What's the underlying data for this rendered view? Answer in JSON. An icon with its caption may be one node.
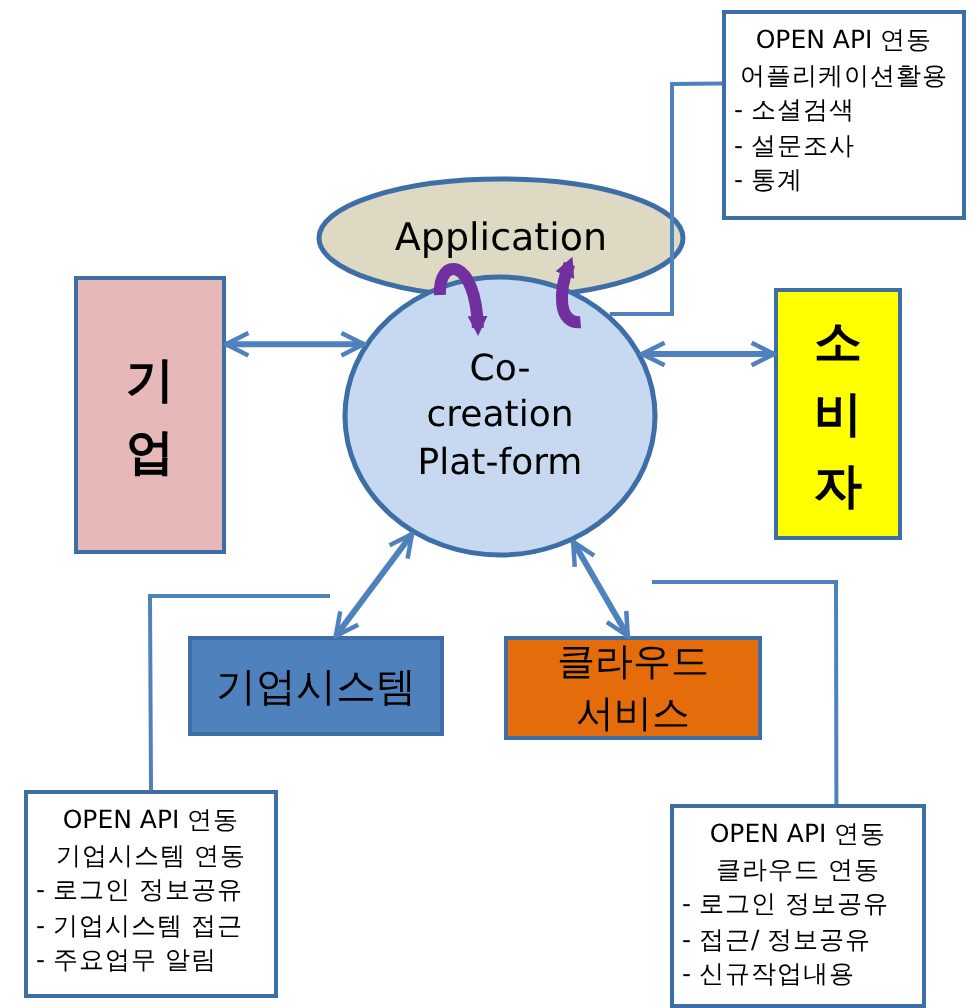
{
  "diagram": {
    "nodes": [
      {
        "text": [
          "Application"
        ]
      },
      {
        "text": [
          "Co-creation Plat-form"
        ]
      },
      {
        "text": [
          "기업"
        ]
      },
      {
        "text": [
          "소비자"
        ]
      },
      {
        "text": [
          "기업시스템"
        ]
      },
      {
        "text": [
          "클라우드 서비스"
        ]
      },
      {
        "text": [
          "OPEN API 연동",
          "어플리케이션활용",
          "- 소셜검색",
          "- 설문조사",
          "- 통계"
        ]
      },
      {
        "text": [
          "OPEN API 연동",
          "기업시스템 연동",
          "- 로그인 정보공유",
          "- 기업시스템 접근",
          "- 주요업무 알림"
        ]
      },
      {
        "text": [
          "OPEN API 연동",
          "클라우드 연동",
          "- 로그인 정보공유",
          "- 접근/ 정보공유",
          "- 신규작업내용"
        ]
      }
    ],
    "edges": [
      {
        "from": 2,
        "to": 1,
        "arrow": "both"
      },
      {
        "from": 1,
        "to": 3,
        "arrow": "both"
      },
      {
        "from": 1,
        "to": 4,
        "arrow": "both"
      },
      {
        "from": 1,
        "to": 5,
        "arrow": "both"
      },
      {
        "from": 0,
        "to": 1,
        "arrow": "to",
        "style": "thick",
        "color": "#7030a0"
      },
      {
        "from": 1,
        "to": 0,
        "arrow": "to",
        "style": "thick",
        "color": "#7030a0"
      },
      {
        "from": 6,
        "to": 1,
        "arrow": "none"
      },
      {
        "from": 7,
        "to": null,
        "arrow": "none"
      },
      {
        "from": 8,
        "to": null,
        "arrow": "none"
      }
    ]
  }
}
